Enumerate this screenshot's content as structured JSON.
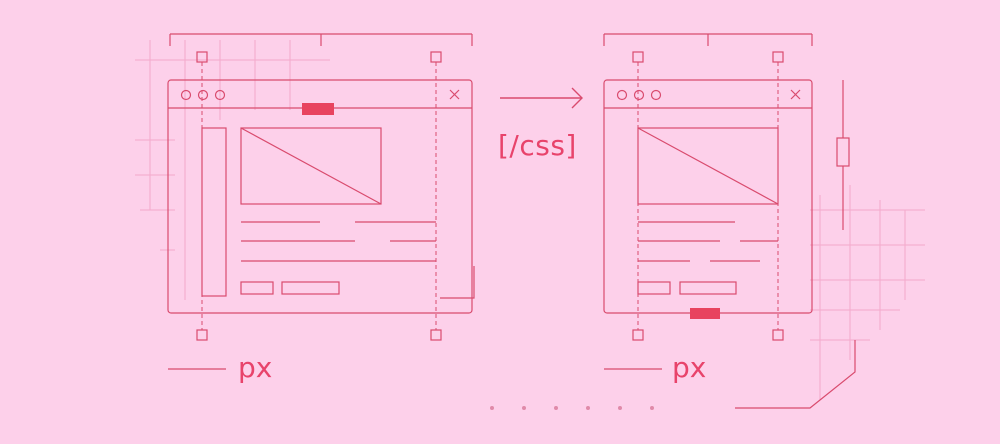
{
  "labels": {
    "unit_left": "px",
    "unit_right": "px",
    "transform": "[/css]"
  },
  "colors": {
    "background": "#fdd0ea",
    "line": "#d94b6e",
    "faint_line": "#f3a9cb",
    "accent": "#e8435f"
  },
  "icons": {
    "window_controls": "traffic-light-dots",
    "close": "close-icon",
    "arrow": "arrow-right-icon"
  }
}
